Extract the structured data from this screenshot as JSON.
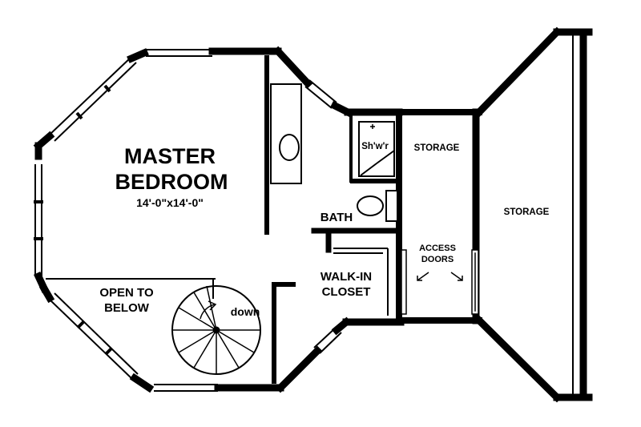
{
  "rooms": {
    "master_title_line1": "MASTER",
    "master_title_line2": "BEDROOM",
    "master_dims": "14'-0\"x14'-0\"",
    "open_line1": "OPEN TO",
    "open_line2": "BELOW",
    "stair_label": "down",
    "bath": "BATH",
    "shower": "Sh'w'r",
    "closet_line1": "WALK-IN",
    "closet_line2": "CLOSET",
    "storage_small": "STORAGE",
    "storage_large": "STORAGE",
    "access_line1": "ACCESS",
    "access_line2": "DOORS"
  },
  "colors": {
    "ink": "#000000",
    "paper": "#ffffff"
  }
}
